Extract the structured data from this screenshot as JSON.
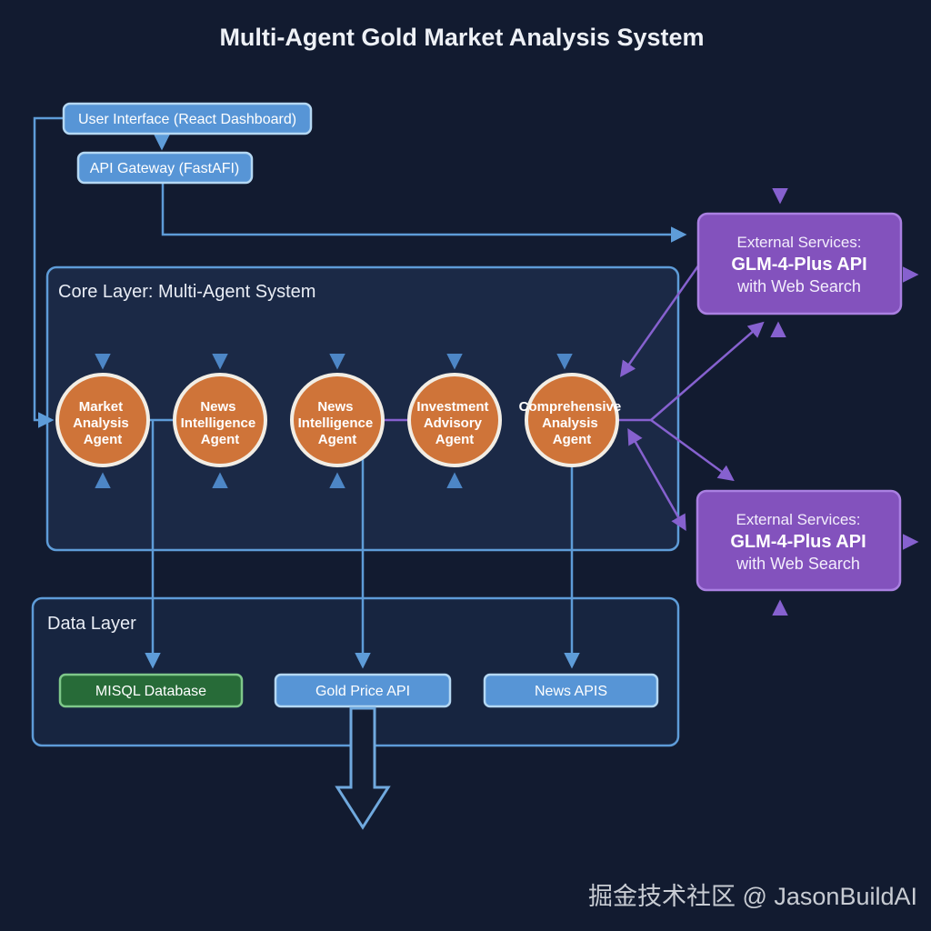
{
  "title": "Multi-Agent Gold Market Analysis System",
  "nodes": {
    "user_interface": "User Interface (React Dashboard)",
    "api_gateway": "API Gateway (FastAFI)",
    "core_layer_label": "Core Layer: Multi-Agent System",
    "data_layer_label": "Data Layer",
    "mysql_db": "MISQL Database",
    "gold_price_api": "Gold Price API",
    "news_apis": "News APIS"
  },
  "agents": [
    {
      "lines": [
        "Market",
        "Analysis",
        "Agent"
      ]
    },
    {
      "lines": [
        "News",
        "Intelligence",
        "Agent"
      ]
    },
    {
      "lines": [
        "News",
        "Intelligence",
        "Agent"
      ]
    },
    {
      "lines": [
        "Investment",
        "Advisory",
        "Agent"
      ]
    },
    {
      "lines": [
        "Comprehensive",
        "Analysis",
        "Agent"
      ]
    }
  ],
  "external_services": {
    "line1": "External Services:",
    "line2": "GLM-4-Plus API",
    "line3": "with Web Search"
  },
  "watermark": "掘金技术社区 @ JasonBuildAI",
  "colors": {
    "background": "#121b30",
    "blue_node": "#5795d6",
    "blue_line": "#5e9cd8",
    "green_node": "#276b38",
    "purple_node": "#8352bd",
    "purple_line": "#8661cf",
    "agent_orange": "#cf7439",
    "text_white": "#ffffff",
    "watermark_gray": "#c8ccd3"
  }
}
